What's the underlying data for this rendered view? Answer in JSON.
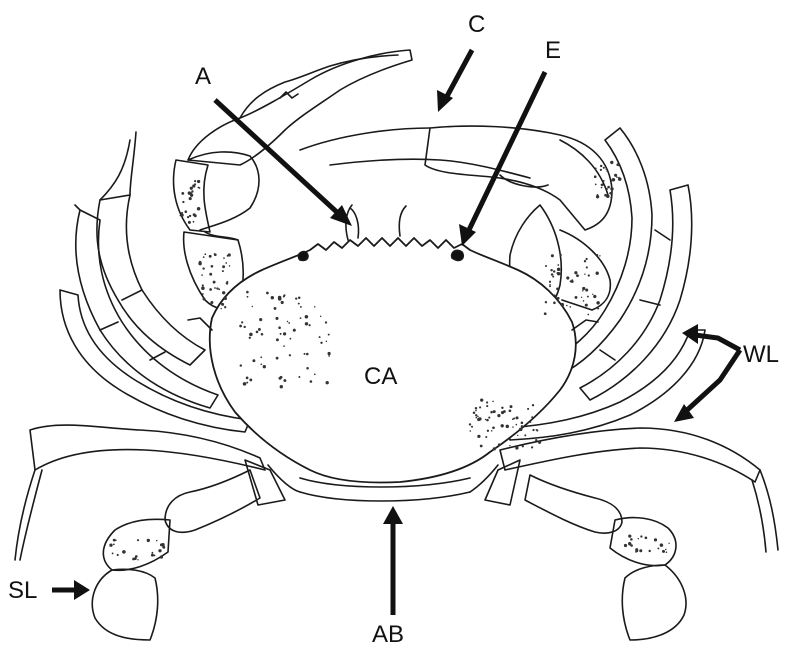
{
  "labels": {
    "A": "A",
    "C": "C",
    "E": "E",
    "CA": "CA",
    "WL": "WL",
    "SL": "SL",
    "AB": "AB"
  },
  "colors": {
    "ink": "#111111",
    "paper": "#ffffff"
  }
}
